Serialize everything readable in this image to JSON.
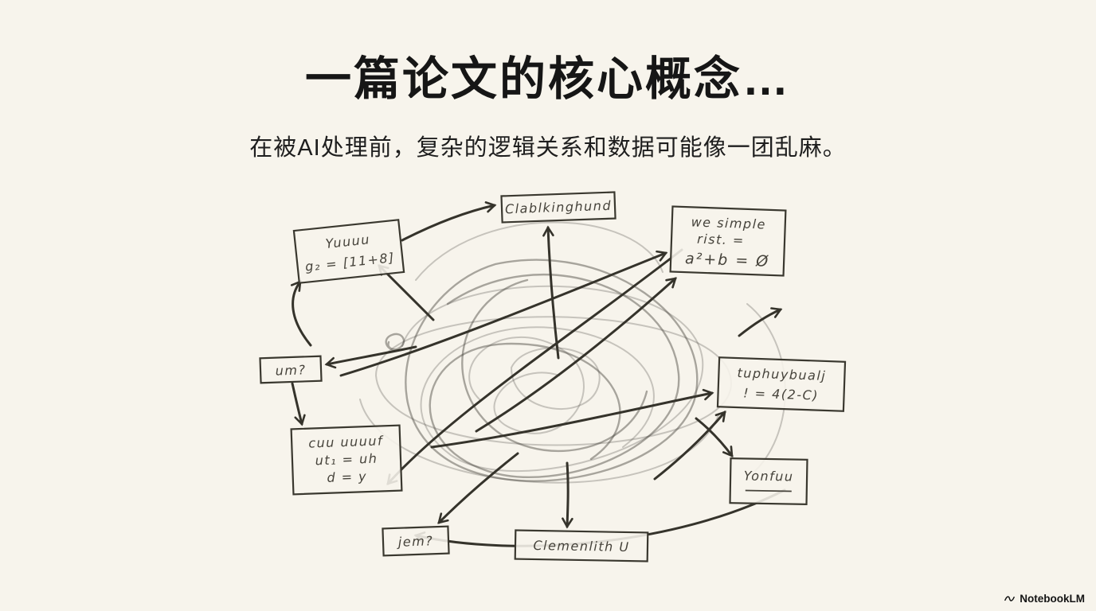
{
  "slide": {
    "title": "一篇论文的核心概念…",
    "subtitle": "在被AI处理前，复杂的逻辑关系和数据可能像一团乱麻。",
    "watermark": "NotebookLM"
  },
  "colors": {
    "paper": "#f7f4ec",
    "ink": "#35332b",
    "pencil": "#56544c",
    "title_text": "#161616"
  },
  "sketch": {
    "style": "hand-drawn pencil scribble with arrows and note boxes",
    "nodes": [
      {
        "id": "top-note",
        "lines": [
          "Clablkinghund"
        ]
      },
      {
        "id": "top-right-note",
        "lines": [
          "we simple",
          "rist. =",
          "a²+b = Ø"
        ]
      },
      {
        "id": "upper-left-note",
        "lines": [
          "Yuuuu",
          "g₂ = [11+8]"
        ]
      },
      {
        "id": "left-note",
        "lines": [
          "um?"
        ]
      },
      {
        "id": "lower-left-note",
        "lines": [
          "cuu uuuuf",
          "ut₁ = uh",
          "d = y"
        ]
      },
      {
        "id": "bottom-left-note",
        "lines": [
          "jem?"
        ]
      },
      {
        "id": "bottom-note",
        "lines": [
          "Clemenlith U"
        ]
      },
      {
        "id": "right-note",
        "lines": [
          "tuphuybualj",
          "! = 4(2-C)"
        ]
      },
      {
        "id": "lower-right-note",
        "lines": [
          "Yonfuu"
        ]
      }
    ]
  }
}
